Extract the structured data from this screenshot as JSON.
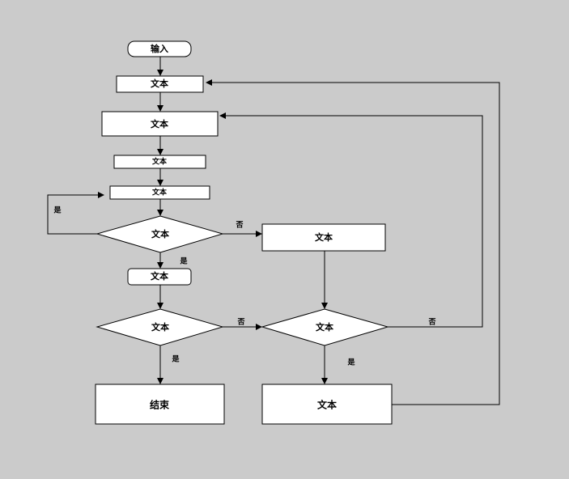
{
  "nodes": {
    "input": "输入",
    "box1": "文本",
    "box2": "文本",
    "box3": "文本",
    "box4": "文本",
    "decision1": "文本",
    "box5": "文本",
    "box_right1": "文本",
    "decision2": "文本",
    "decision3": "文本",
    "end": "结束",
    "box_right2": "文本"
  },
  "edge_labels": {
    "d1_yes_loop": "是",
    "d1_no": "否",
    "d1_yes_down": "是",
    "d2_no": "否",
    "d2_yes": "是",
    "d3_no": "否",
    "d3_yes": "是"
  },
  "colors": {
    "background": "#cbcbcb",
    "node_fill": "#ffffff",
    "stroke": "#000000"
  }
}
